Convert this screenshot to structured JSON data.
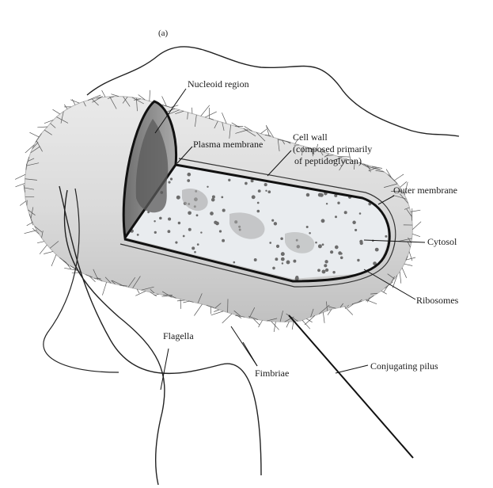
{
  "figure": {
    "panel_label": "(a)",
    "labels": {
      "nucleoid": "Nucleoid region",
      "plasma_membrane": "Plasma membrane",
      "cell_wall_line1": "Cell wall",
      "cell_wall_line2": "(composed primarily",
      "cell_wall_line3": "of peptidoglycan)",
      "outer_membrane": "Outer membrane",
      "cytosol": "Cytosol",
      "ribosomes": "Ribosomes",
      "flagella": "Flagella",
      "fimbriae": "Fimbriae",
      "conjugating_pilus": "Conjugating pilus"
    }
  }
}
